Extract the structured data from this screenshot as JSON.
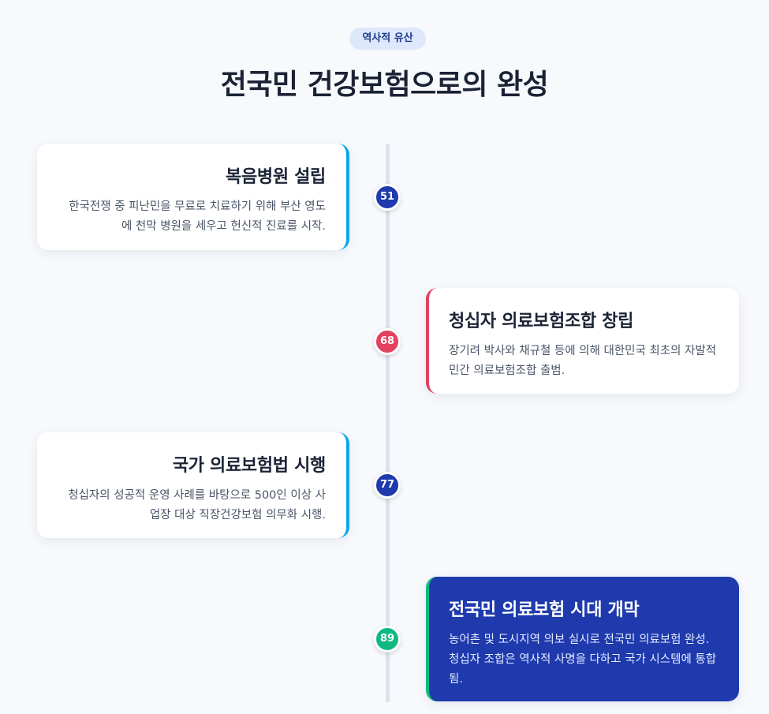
{
  "header": {
    "badge": "역사적 유산",
    "title": "전국민 건강보험으로의 완성"
  },
  "timeline": [
    {
      "year": "51",
      "title": "복음병원 설립",
      "description": "한국전쟁 중 피난민을 무료로 치료하기 위해 부산 영도에 천막 병원을 세우고 헌신적 진료를 시작.",
      "dot_color": "#1e3aad"
    },
    {
      "year": "68",
      "title": "청십자 의료보험조합 창립",
      "description": "장기려 박사와 채규철 등에 의해 대한민국 최초의 자발적 민간 의료보험조합 출범.",
      "dot_color": "#e3415f"
    },
    {
      "year": "77",
      "title": "국가 의료보험법 시행",
      "description": "청십자의 성공적 운영 사례를 바탕으로 500인 이상 사업장 대상 직장건강보험 의무화 시행.",
      "dot_color": "#1e3aad"
    },
    {
      "year": "89",
      "title": "전국민 의료보험 시대 개막",
      "description": "농어촌 및 도시지역 의보 실시로 전국민 의료보험 완성. 청십자 조합은 역사적 사명을 다하고 국가 시스템에 통합됨.",
      "dot_color": "#10b981"
    }
  ]
}
